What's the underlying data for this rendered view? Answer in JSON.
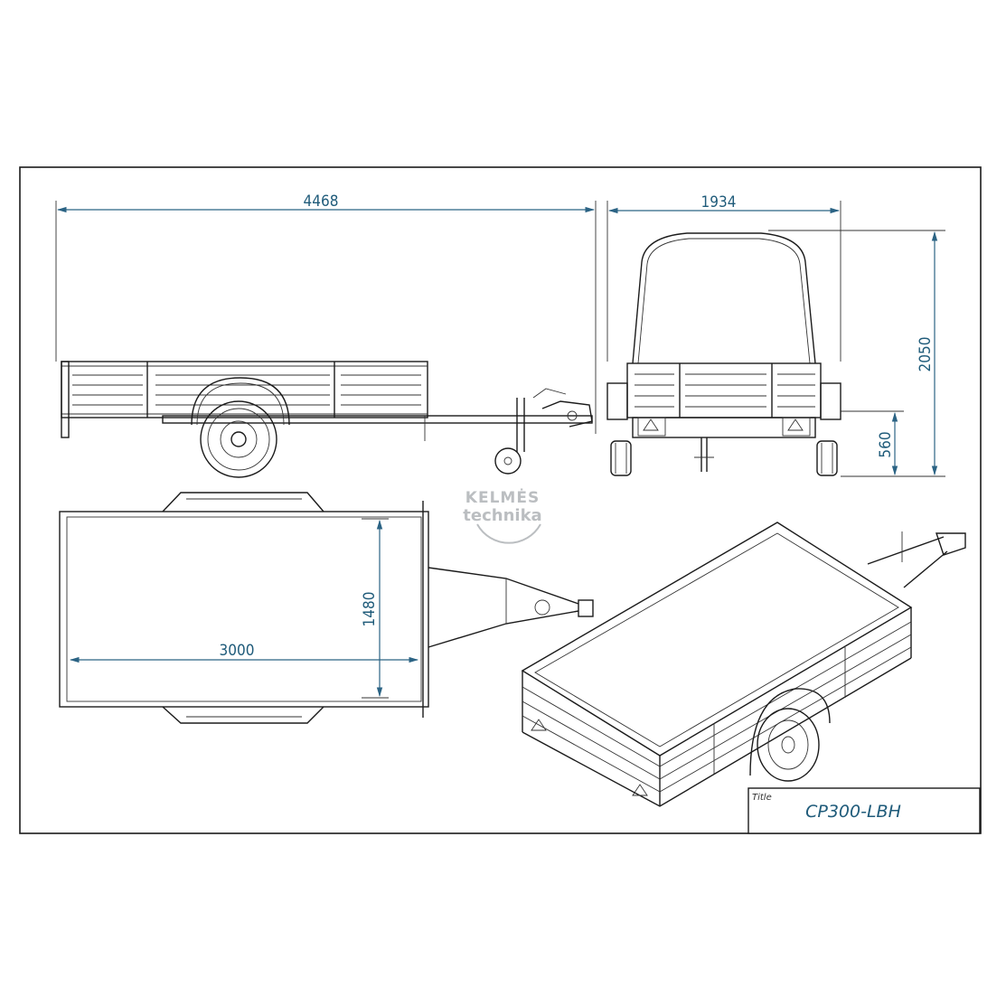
{
  "dimensions": {
    "side_length": "4468",
    "rear_width": "1934",
    "rear_height": "2050",
    "rear_floor_height": "560",
    "top_length": "3000",
    "top_width": "1480"
  },
  "watermark": {
    "line1": "KELMĖS",
    "line2": "technika"
  },
  "title_block": {
    "label": "Title",
    "value": "CP300-LBH"
  },
  "colors": {
    "dimension": "#2b6384",
    "outline": "#1b1b1b",
    "watermark": "#b4b8bb"
  }
}
